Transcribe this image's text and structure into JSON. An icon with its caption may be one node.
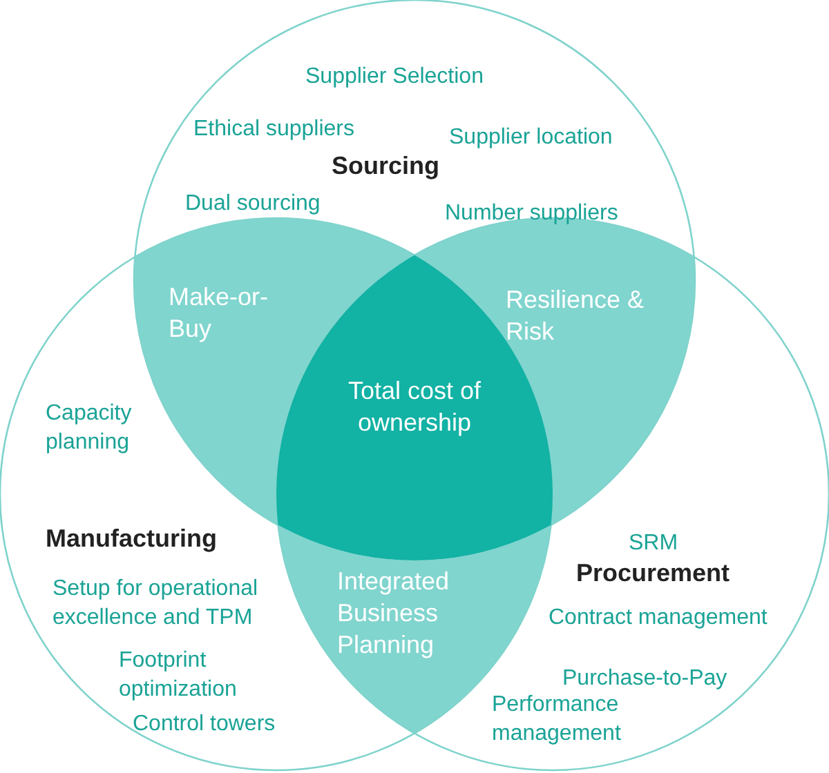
{
  "diagram": {
    "nodes": [
      {
        "text": [
          "Supplier Selection",
          "Ethical suppliers",
          "Supplier location",
          "Sourcing",
          "Dual sourcing",
          "Number suppliers"
        ]
      },
      {
        "text": [
          "Capacity planning",
          "Manufacturing",
          "Setup for operational excellence and TPM",
          "Footprint optimization",
          "Control towers"
        ]
      },
      {
        "text": [
          "SRM",
          "Procurement",
          "Contract management",
          "Purchase-to-Pay",
          "Performance management"
        ]
      },
      {
        "text": [
          "Make-or-Buy"
        ]
      },
      {
        "text": [
          "Resilience & Risk"
        ]
      },
      {
        "text": [
          "Total cost of ownership"
        ]
      },
      {
        "text": [
          "Integrated Business Planning"
        ]
      }
    ]
  }
}
